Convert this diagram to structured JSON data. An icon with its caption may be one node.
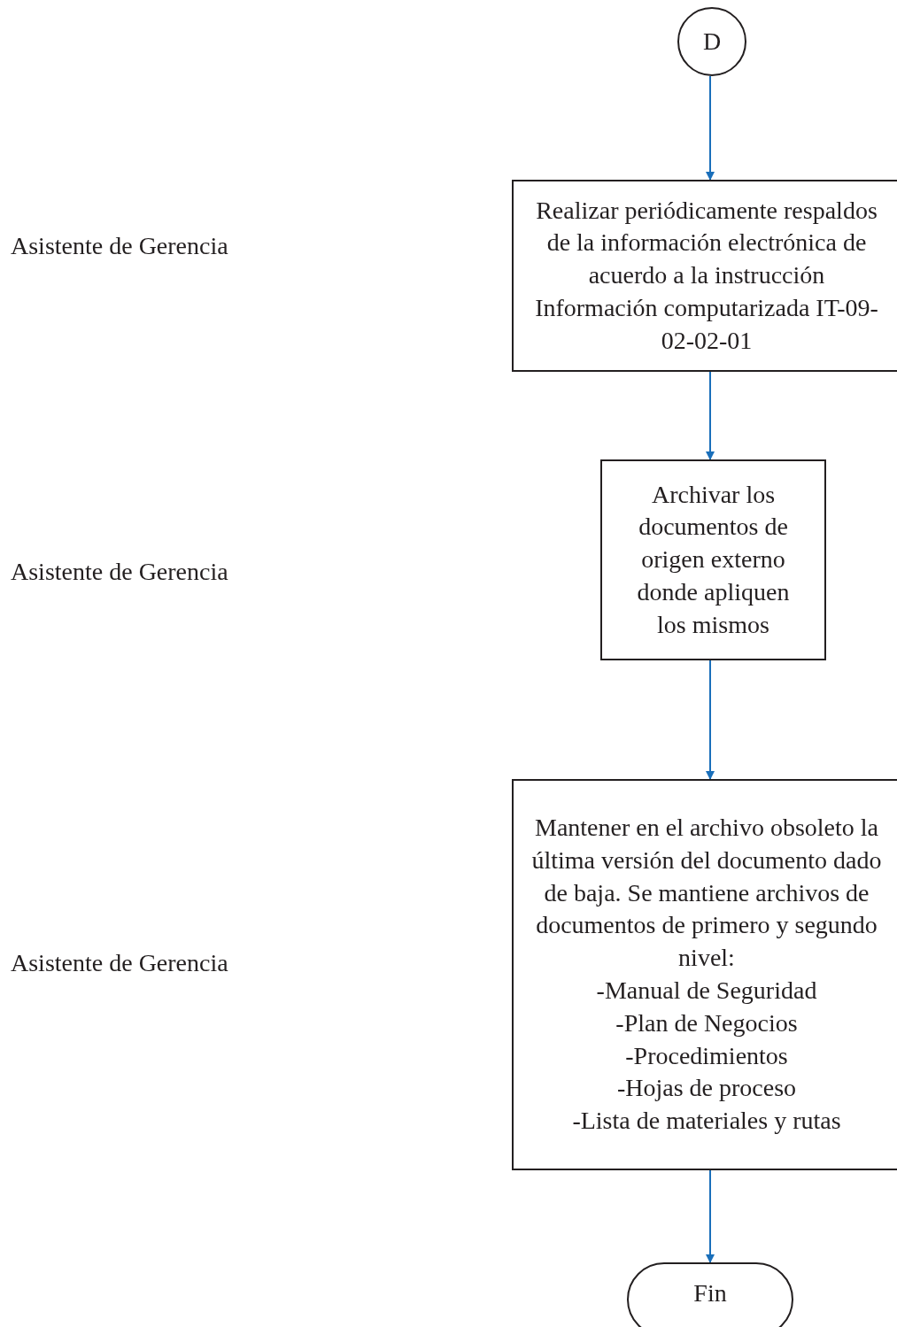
{
  "diagram": {
    "nodes": [
      {
        "text": [
          "D"
        ]
      },
      {
        "text": [
          "Realizar periódicamente respaldos de la información electrónica de acuerdo a la instrucción Información computarizada IT-09-02-02-01"
        ]
      },
      {
        "text": [
          "Archivar los documentos de origen externo donde apliquen los mismos"
        ]
      },
      {
        "text": [
          "Mantener en el archivo obsoleto la última versión del documento dado de baja. Se mantiene archivos de documentos de primero y segundo nivel:",
          "-Manual de Seguridad",
          "-Plan de Negocios",
          "-Procedimientos",
          "-Hojas de proceso",
          "-Lista de materiales y rutas"
        ]
      },
      {
        "text": [
          "Fin"
        ]
      }
    ],
    "edges": [
      {
        "from": 0,
        "to": 1,
        "arrow": "to"
      },
      {
        "from": 1,
        "to": 2,
        "arrow": "to"
      },
      {
        "from": 2,
        "to": 3,
        "arrow": "to"
      },
      {
        "from": 3,
        "to": 4,
        "arrow": "to"
      }
    ],
    "labels": [
      "Asistente de Gerencia",
      "Asistente de Gerencia",
      "Asistente de Gerencia"
    ]
  }
}
